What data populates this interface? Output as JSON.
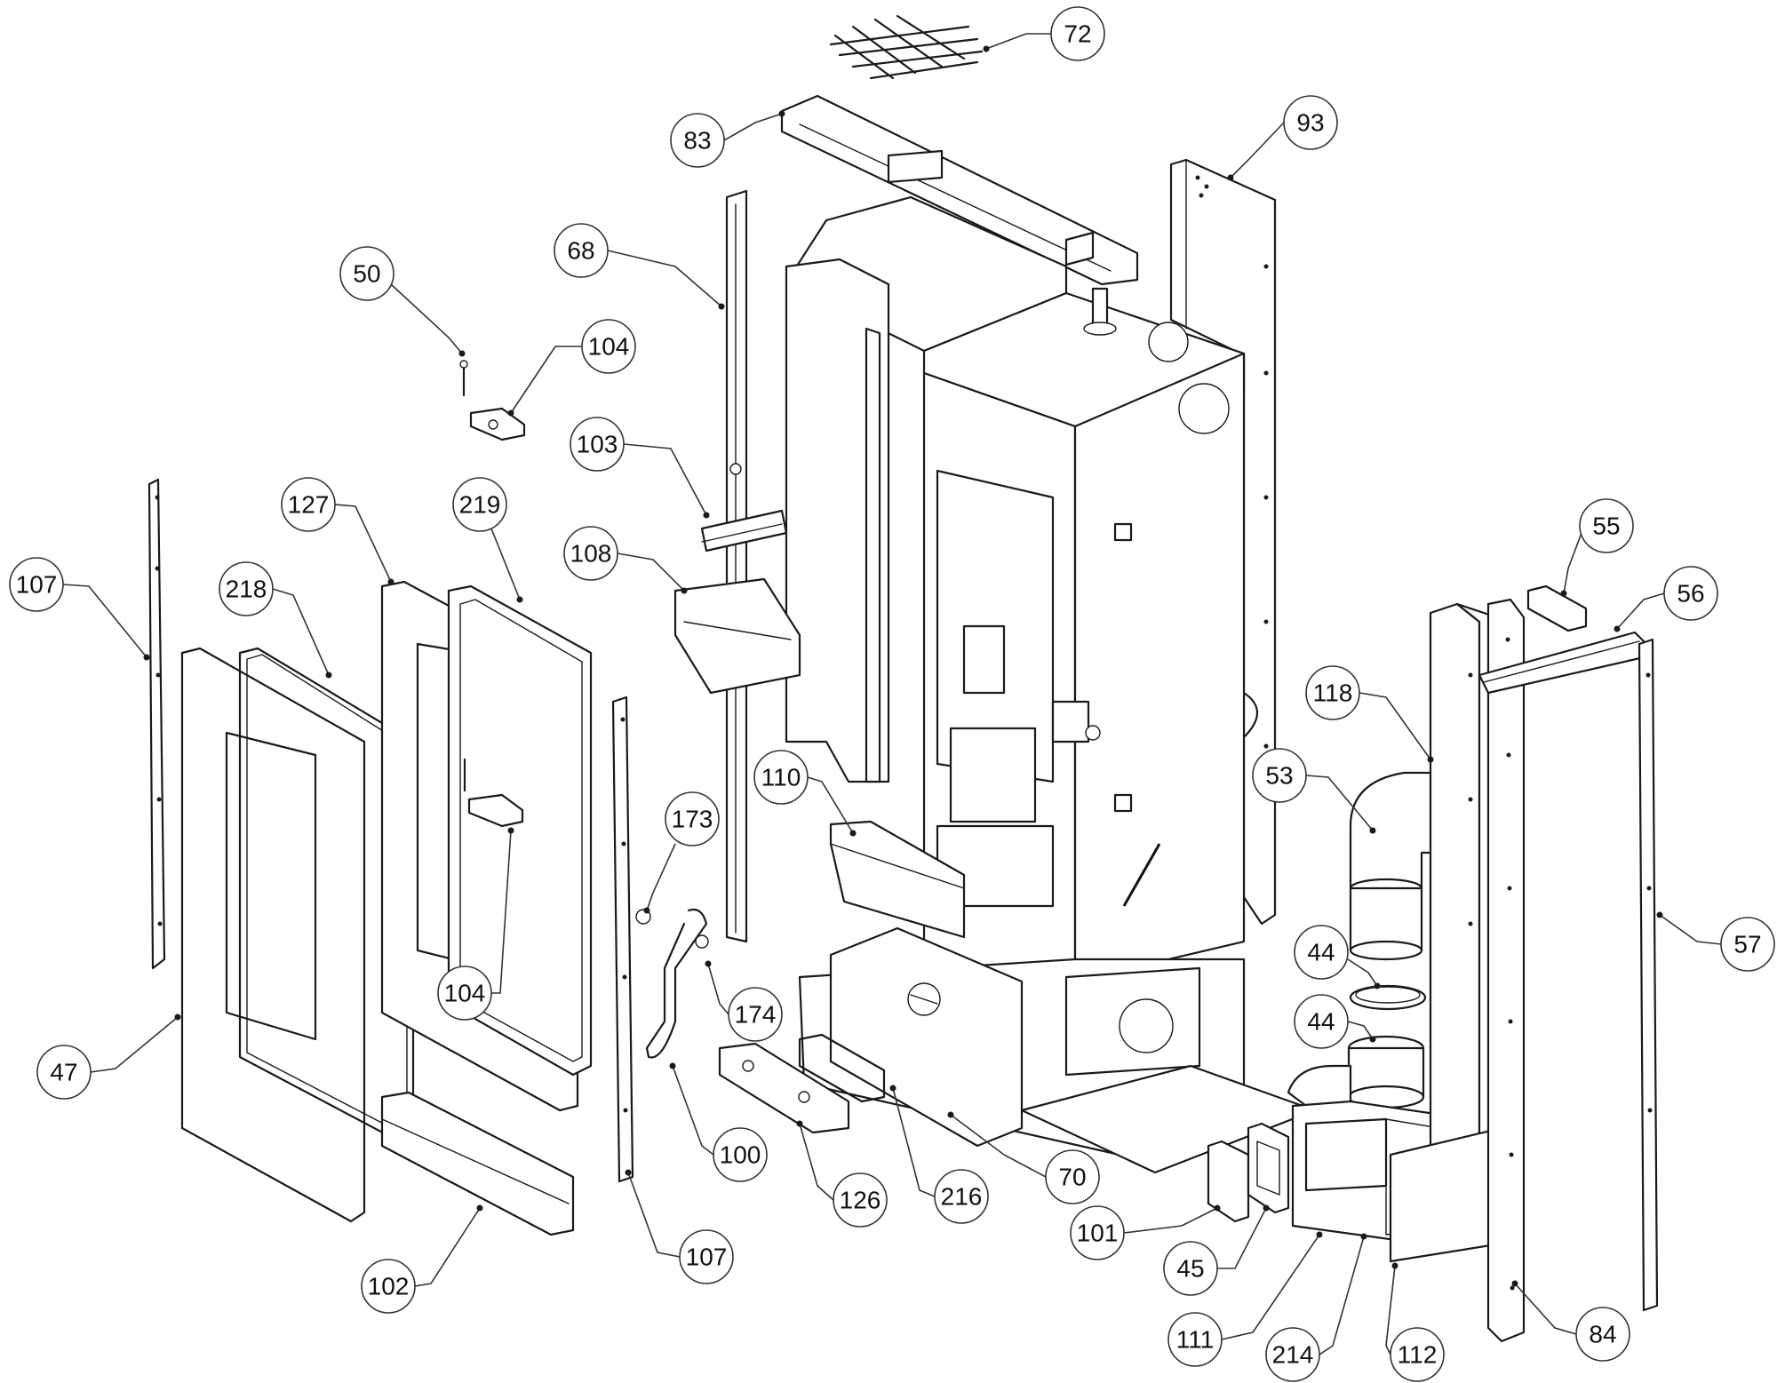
{
  "diagram": {
    "type": "exploded-parts-diagram",
    "callouts": [
      "72",
      "83",
      "93",
      "68",
      "50",
      "104",
      "103",
      "108",
      "127",
      "219",
      "107",
      "218",
      "55",
      "56",
      "118",
      "53",
      "110",
      "173",
      "104",
      "44",
      "57",
      "44",
      "174",
      "47",
      "100",
      "126",
      "216",
      "70",
      "107",
      "101",
      "45",
      "102",
      "111",
      "214",
      "112",
      "84"
    ]
  }
}
